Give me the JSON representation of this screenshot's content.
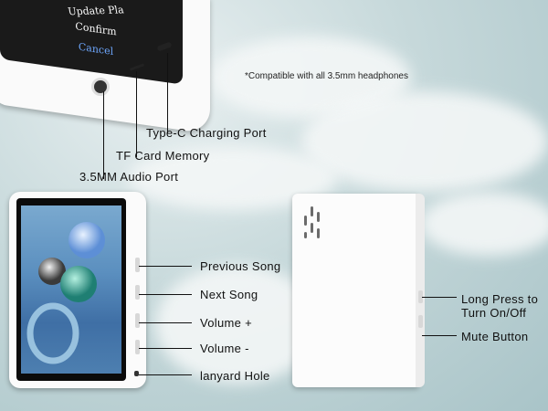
{
  "note": "*Compatible with all 3.5mm headphones",
  "top_device": {
    "menu": {
      "title": "Update Pla",
      "confirm": "Confirm",
      "cancel": "Cancel"
    },
    "ports": {
      "typec": "Type-C Charging Port",
      "tf": "TF Card Memory",
      "audio": "3.5MM Audio Port"
    }
  },
  "front_buttons": {
    "previous": "Previous Song",
    "next": "Next Song",
    "vol_up": "Volume +",
    "vol_down": "Volume -",
    "lanyard": "lanyard Hole"
  },
  "back_buttons": {
    "power": "Long Press to Turn On/Off",
    "mute": "Mute Button"
  }
}
